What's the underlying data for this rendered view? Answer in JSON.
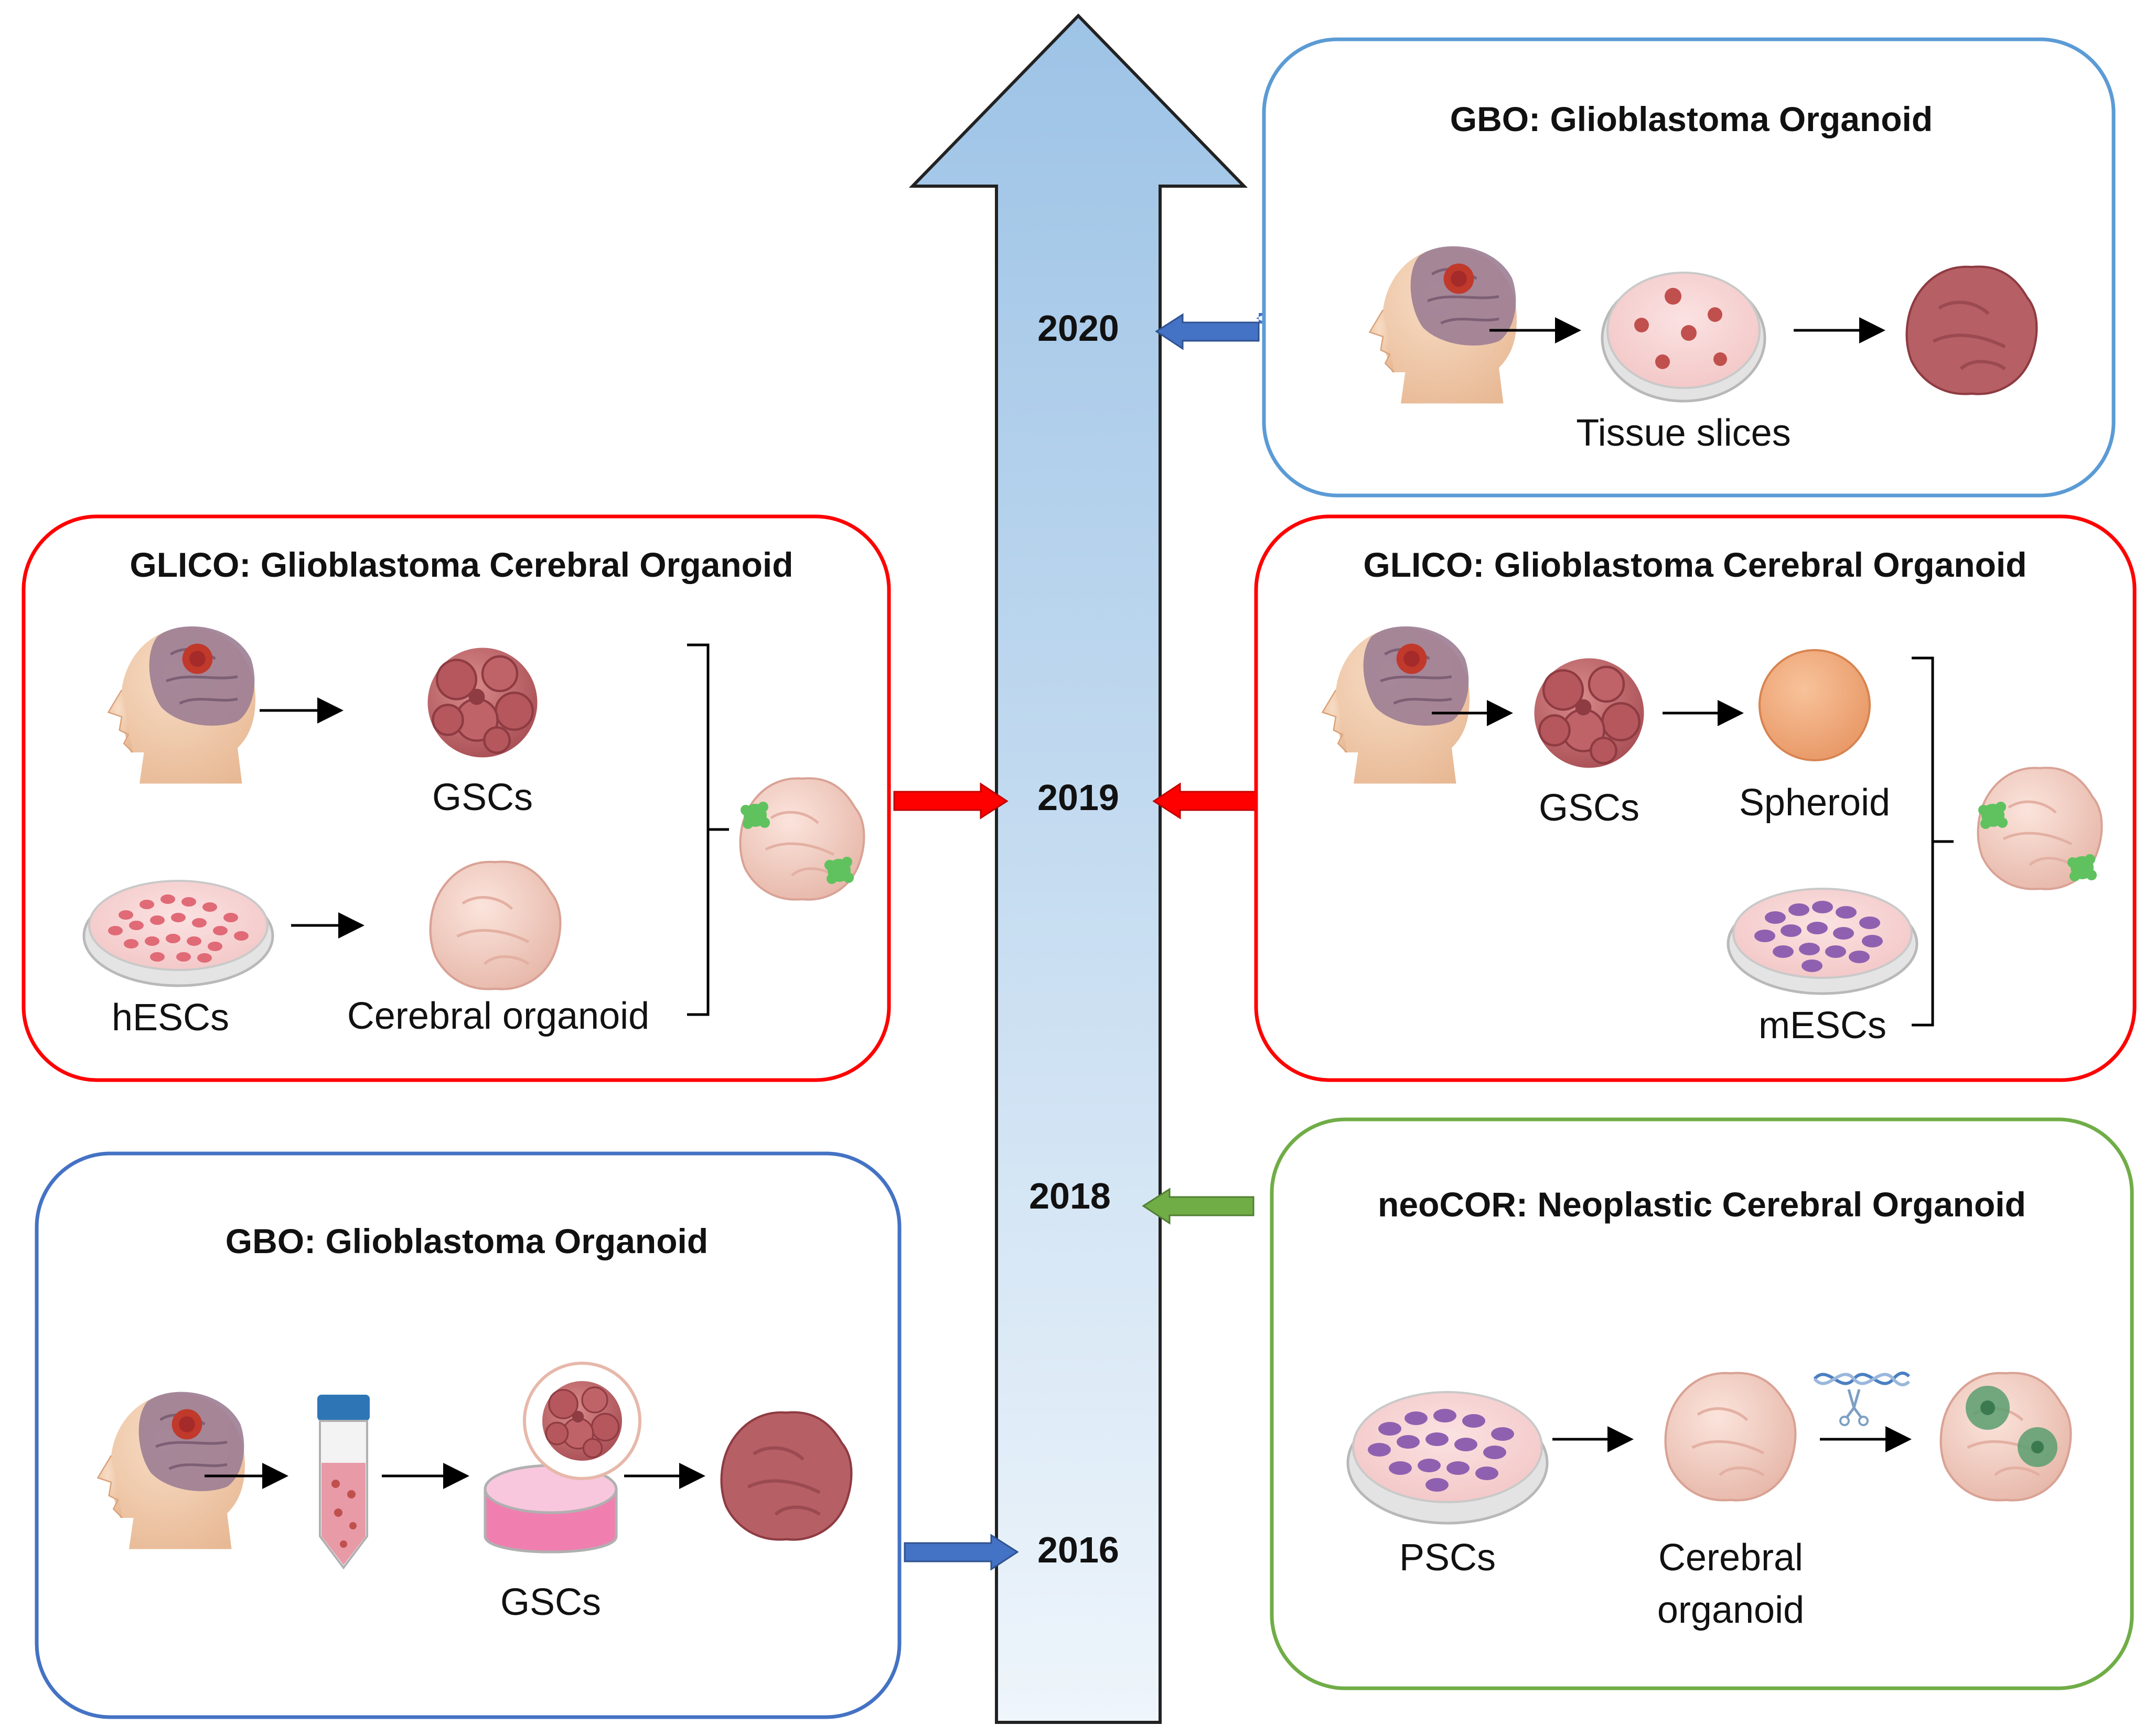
{
  "timeline": {
    "years": [
      "2020",
      "2019",
      "2018",
      "2016"
    ]
  },
  "panels": {
    "gbo_2020": {
      "title": "GBO: Glioblastoma Organoid",
      "labels": [
        "Tissue slices"
      ],
      "border_color": "#5b9bd5"
    },
    "glico_left_2019": {
      "title": "GLICO: Glioblastoma Cerebral Organoid",
      "labels": [
        "GSCs",
        "hESCs",
        "Cerebral organoid"
      ],
      "border_color": "#ff0000"
    },
    "glico_right_2019": {
      "title": "GLICO: Glioblastoma Cerebral Organoid",
      "labels": [
        "GSCs",
        "Spheroid",
        "mESCs"
      ],
      "border_color": "#ff0000"
    },
    "neocor_2018": {
      "title": "neoCOR: Neoplastic Cerebral Organoid",
      "labels": [
        "PSCs",
        "Cerebral",
        "organoid"
      ],
      "border_color": "#70ad47"
    },
    "gbo_2016": {
      "title": "GBO: Glioblastoma Organoid",
      "labels": [
        "GSCs"
      ],
      "border_color": "#4472c4"
    }
  },
  "colors": {
    "timeline_top": "#9dc3e6",
    "timeline_bottom": "#eaf2fa",
    "arrow_blue": "#4472c4",
    "arrow_red": "#ff0000",
    "arrow_green": "#70ad47"
  }
}
